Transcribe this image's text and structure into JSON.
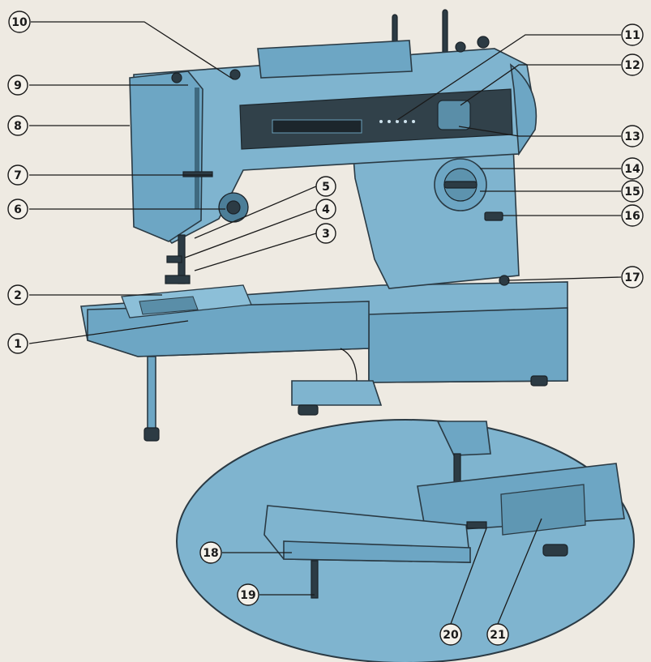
{
  "callouts": [
    "1",
    "2",
    "3",
    "4",
    "5",
    "6",
    "7",
    "8",
    "9",
    "10",
    "11",
    "12",
    "13",
    "14",
    "15",
    "16",
    "17",
    "18",
    "19",
    "20",
    "21"
  ],
  "palette": {
    "machine_blue": "#7fb4cf",
    "machine_shadow": "#6da6c4",
    "dark_parts": "#2c3b44",
    "paper": "#eeeae2"
  }
}
